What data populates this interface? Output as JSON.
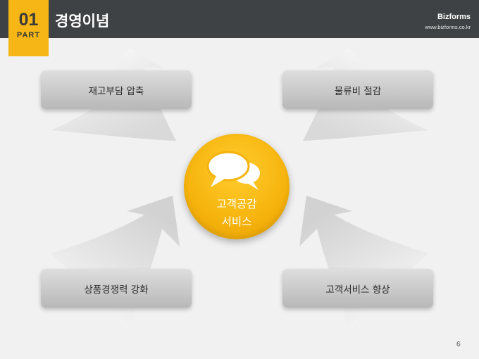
{
  "header": {
    "part_number": "01",
    "part_label": "PART",
    "title": "경영이념",
    "brand": "Bizforms",
    "brand_url": "www.bizforms.co.kr"
  },
  "diagram": {
    "center": {
      "line1": "고객공감",
      "line2": "서비스",
      "icon": "speech-bubbles-icon"
    },
    "boxes": {
      "top_left": "재고부담 압축",
      "top_right": "물류비 절감",
      "bottom_left": "상품경쟁력 강화",
      "bottom_right": "고객서비스 향상"
    }
  },
  "footer": {
    "page_number": "6"
  },
  "colors": {
    "header": "#3f4244",
    "accent": "#f6b716",
    "box": "#c9c9c9",
    "background": "#f1f1f1"
  }
}
